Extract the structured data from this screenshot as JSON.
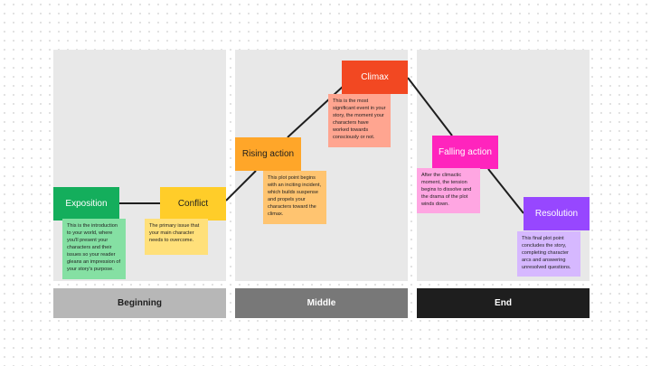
{
  "phases": {
    "beginning": "Beginning",
    "middle": "Middle",
    "end": "End"
  },
  "plot_points": {
    "exposition": {
      "title": "Exposition",
      "description": "This is the introduction to your world, where you'll present your characters and their issues so your reader gleans an impression of your story's purpose.",
      "color": "#14ae5c"
    },
    "conflict": {
      "title": "Conflict",
      "description": "The primary issue that your main character needs to overcome.",
      "color": "#ffcd29"
    },
    "rising_action": {
      "title": "Rising action",
      "description": "This plot point begins with an inciting incident, which builds suspense and propels your characters toward the climax.",
      "color": "#ffa629"
    },
    "climax": {
      "title": "Climax",
      "description": "This is the most significant event in your story, the moment your characters have worked towards consciously or not.",
      "color": "#f24822"
    },
    "falling_action": {
      "title": "Falling action",
      "description": "After the climactic moment, the tension begins to dissolve and the drama of the plot winds down.",
      "color": "#ff24bd"
    },
    "resolution": {
      "title": "Resolution",
      "description": "This final plot point concludes the story, completing character arcs and answering unresolved questions.",
      "color": "#9747ff"
    }
  }
}
